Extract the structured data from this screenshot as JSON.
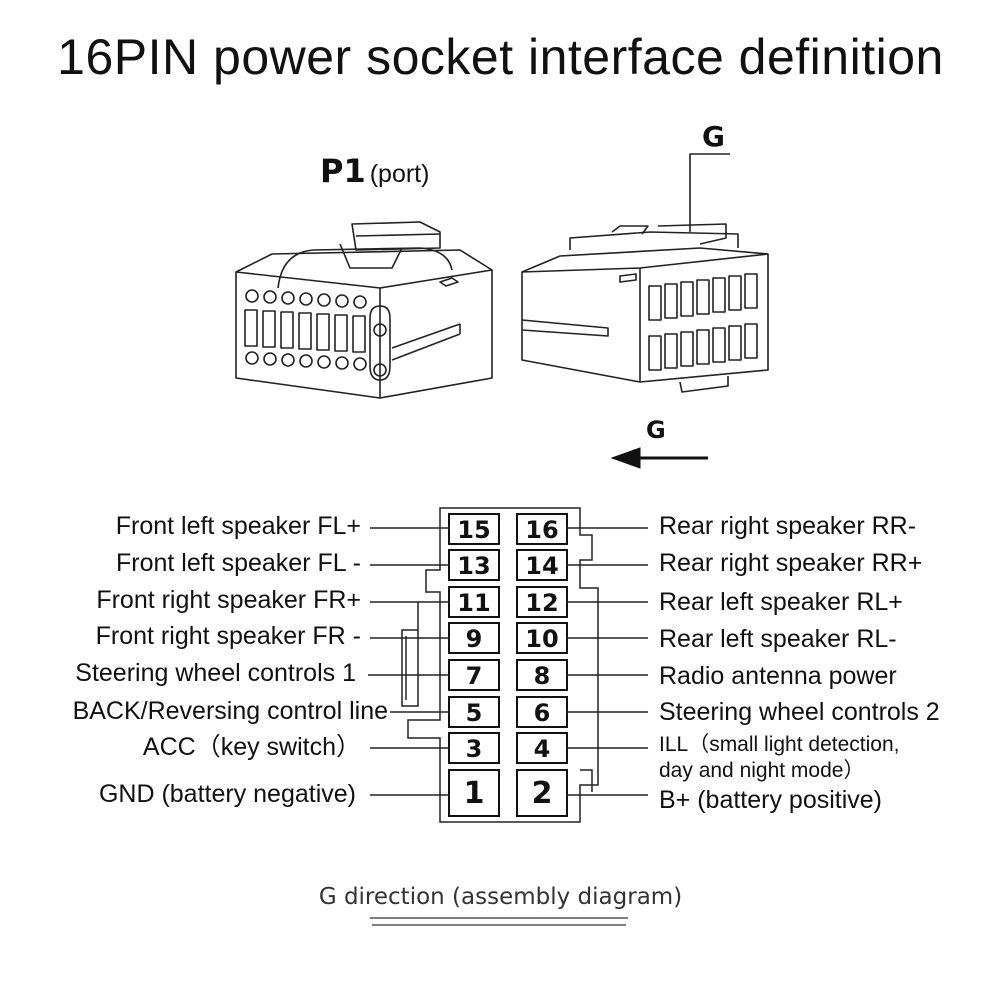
{
  "title": "16PIN power socket interface definition",
  "connector": {
    "name": "P1",
    "port_note": "(port)",
    "g_label_top": "G",
    "g_label_arrow": "G"
  },
  "pins": {
    "p15": "15",
    "p16": "16",
    "p13": "13",
    "p14": "14",
    "p11": "11",
    "p12": "12",
    "p9": "9",
    "p10": "10",
    "p7": "7",
    "p8": "8",
    "p5": "5",
    "p6": "6",
    "p3": "3",
    "p4": "4",
    "p1": "1",
    "p2": "2"
  },
  "left_labels": {
    "pin15": "Front left speaker  FL+",
    "pin13": "Front left speaker  FL -",
    "pin11": "Front right speaker  FR+",
    "pin9": "Front right speaker  FR -",
    "pin7": "Steering wheel controls 1",
    "pin5": "BACK/Reversing control line",
    "pin3": "ACC（key switch）",
    "pin1": "GND (battery negative)"
  },
  "right_labels": {
    "pin16": "Rear right speaker RR-",
    "pin14": "Rear right speaker RR+",
    "pin12": "Rear left speaker RL+",
    "pin10": "Rear left speaker RL-",
    "pin8": "Radio antenna power",
    "pin6": "Steering wheel controls 2",
    "pin4_line1": "ILL（small light detection,",
    "pin4_line2": "day and night mode）",
    "pin2": "B+ (battery positive)"
  },
  "caption": "G direction (assembly diagram)"
}
